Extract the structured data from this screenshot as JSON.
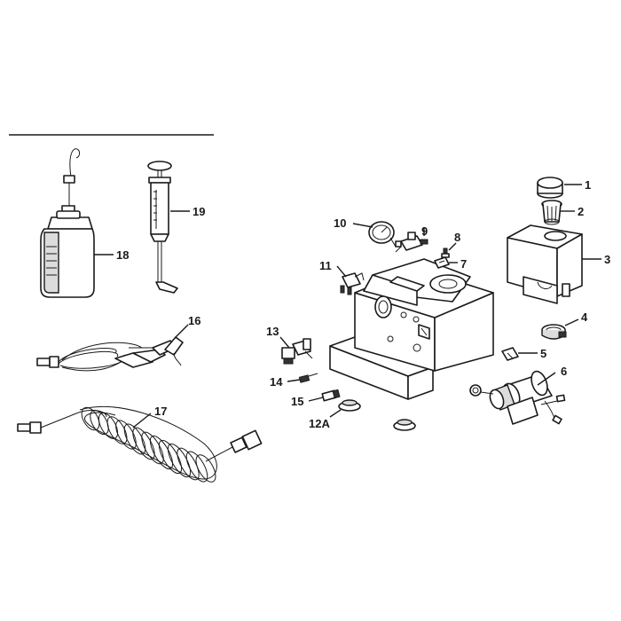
{
  "callouts": {
    "c1": "1",
    "c2": "2",
    "c3": "3",
    "c4": "4",
    "c5": "5",
    "c6": "6",
    "c7": "7",
    "c8": "8",
    "c9": "9",
    "c10": "10",
    "c11": "11",
    "c12a": "12A",
    "c13": "13",
    "c14": "14",
    "c15": "15",
    "c16": "16",
    "c17": "17",
    "c18": "18",
    "c19": "19"
  }
}
